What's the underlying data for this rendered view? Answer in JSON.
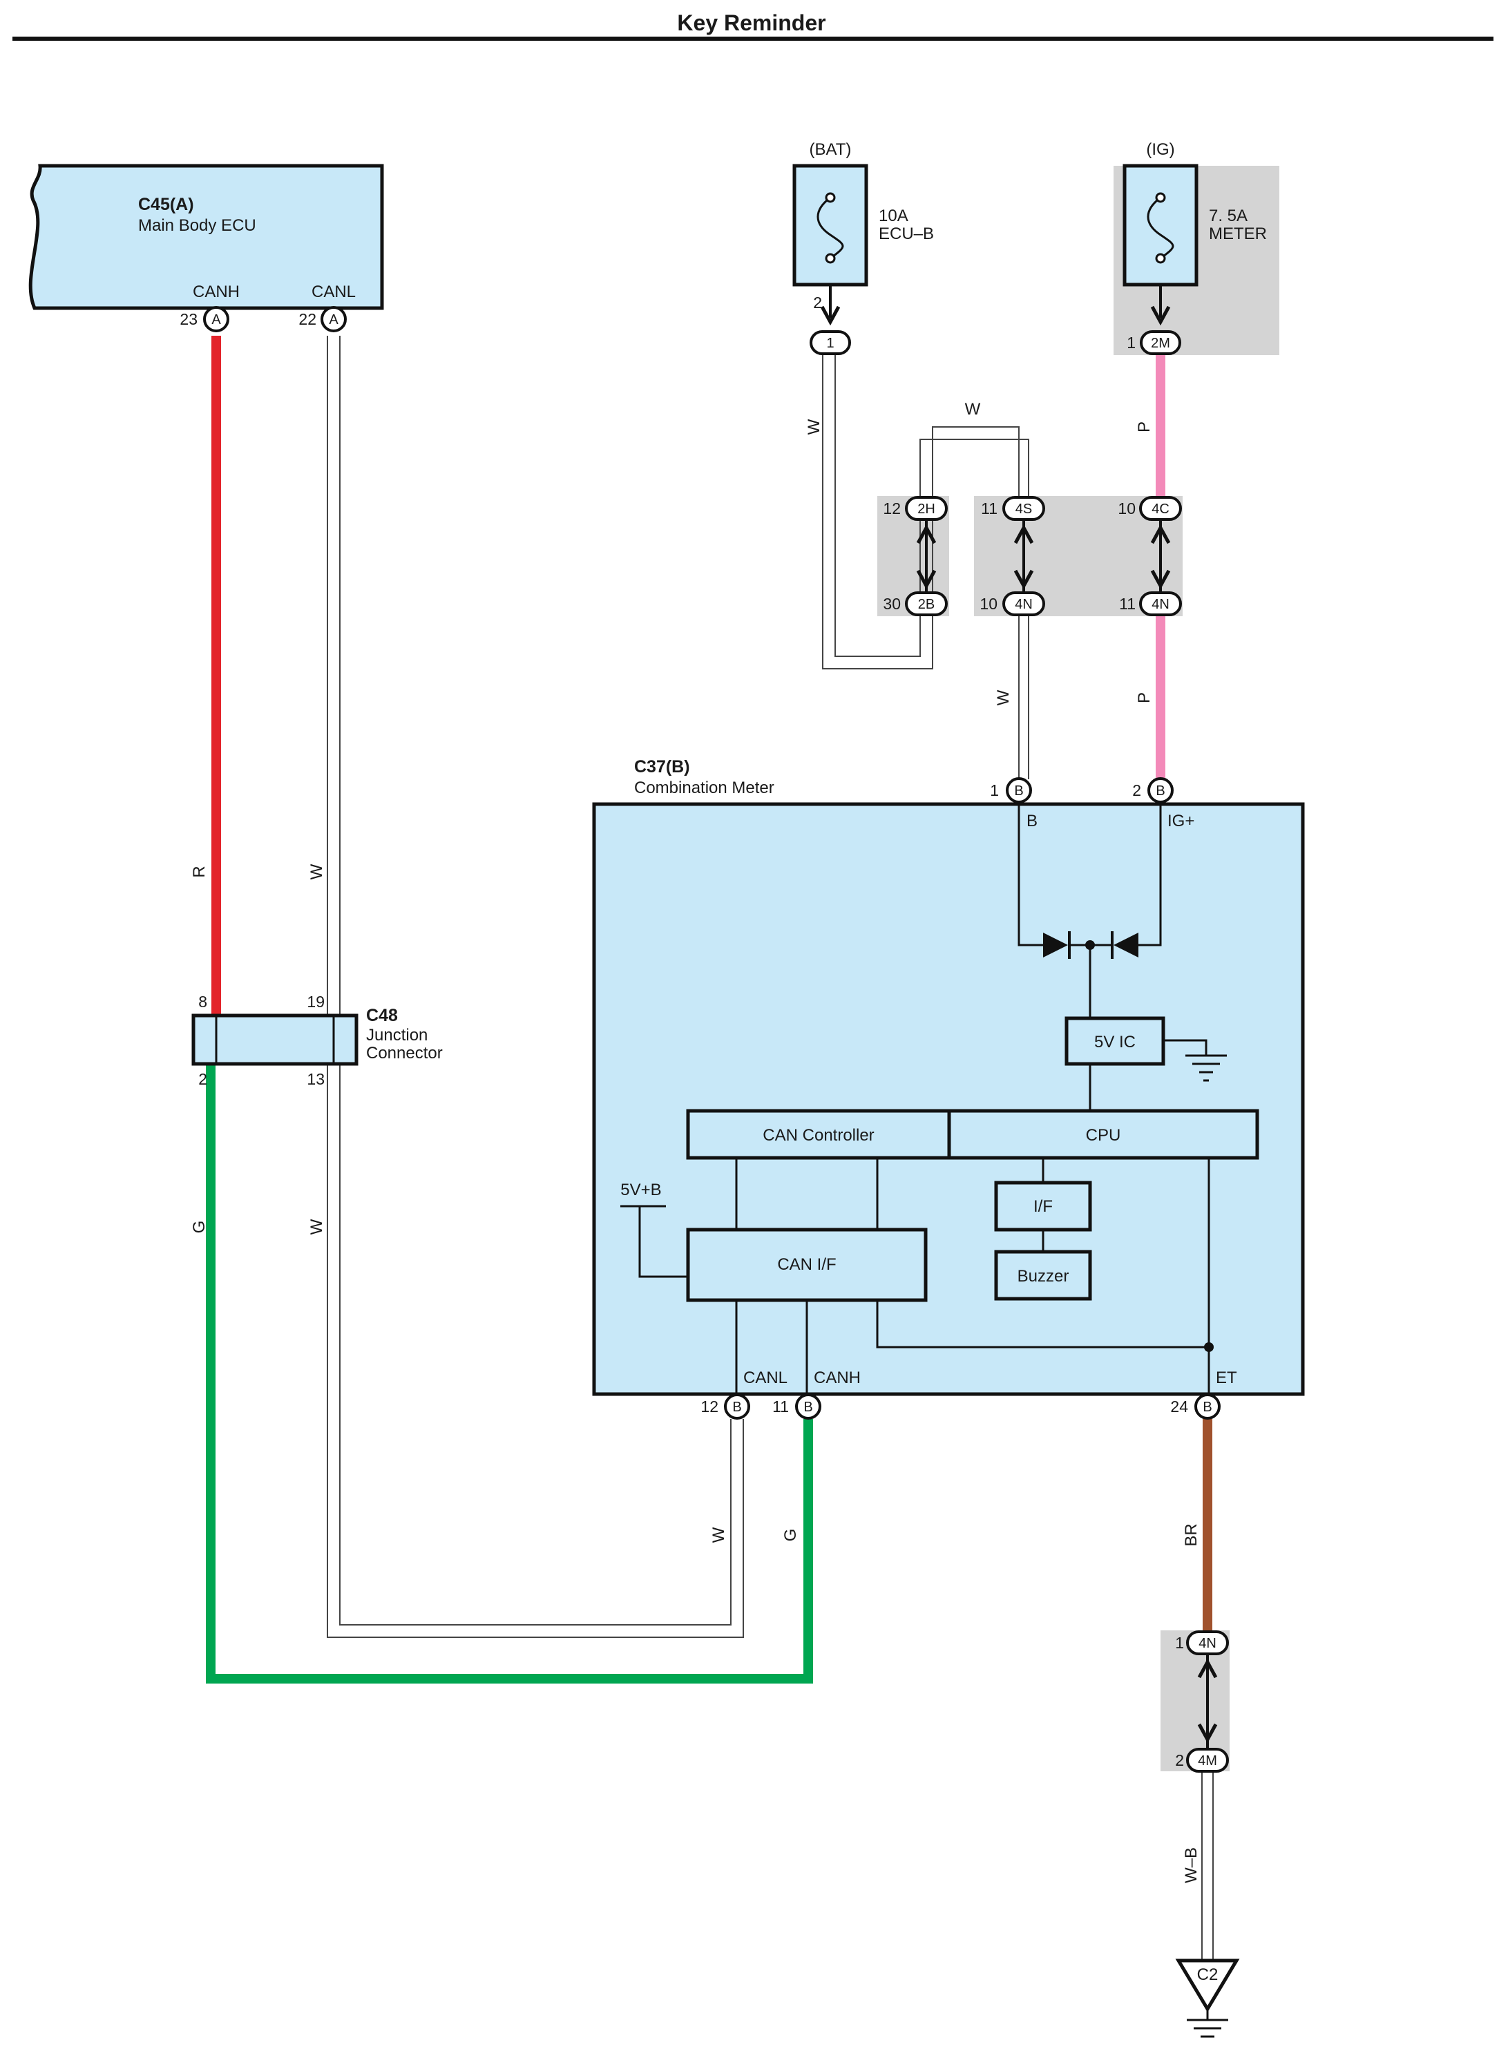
{
  "title": "Key Reminder",
  "ecu": {
    "ref": "C45(A)",
    "name": "Main Body ECU",
    "pin_canh": "CANH",
    "pin_canl": "CANL",
    "canh_no": "23",
    "canl_no": "22",
    "conn": "A"
  },
  "fuse_bat": {
    "source": "(BAT)",
    "rating": "10A",
    "name": "ECU–B",
    "pin": "2",
    "conn": "1"
  },
  "fuse_ig": {
    "source": "(IG)",
    "rating": "7. 5A",
    "name": "METER",
    "pin": "1",
    "conn": "2M"
  },
  "junction_blocks": [
    {
      "top_no": "12",
      "top_conn": "2H",
      "bot_no": "30",
      "bot_conn": "2B"
    },
    {
      "top_no": "11",
      "top_conn": "4S",
      "bot_no": "10",
      "bot_conn": "4N"
    },
    {
      "top_no": "10",
      "top_conn": "4C",
      "bot_no": "11",
      "bot_conn": "4N"
    }
  ],
  "junction_connector": {
    "ref": "C48",
    "name1": "Junction",
    "name2": "Connector",
    "in_left": "8",
    "in_right": "19",
    "out_left": "2",
    "out_right": "13"
  },
  "meter": {
    "ref": "C37(B)",
    "name": "Combination Meter",
    "conn": "B",
    "pin_b_no": "1",
    "pin_b": "B",
    "pin_ig_no": "2",
    "pin_ig": "IG+",
    "ic": "5V IC",
    "can_ctrl": "CAN Controller",
    "cpu": "CPU",
    "iface": "I/F",
    "buzzer": "Buzzer",
    "can_if": "CAN I/F",
    "v5": "5V+B",
    "canl": "CANL",
    "canl_no": "12",
    "canh": "CANH",
    "canh_no": "11",
    "et": "ET",
    "et_no": "24"
  },
  "ground_block": {
    "top_no": "1",
    "top_conn": "4N",
    "bot_no": "2",
    "bot_conn": "4M"
  },
  "ground_point": "C2",
  "wire_colors": {
    "R": "R",
    "W": "W",
    "G": "G",
    "P": "P",
    "BR": "BR",
    "WB": "W–B"
  },
  "colors": {
    "red": "#e3242b",
    "green": "#00a651",
    "pink": "#f38ab9",
    "brown": "#a0522d",
    "component": "#c8e8f8",
    "block": "#d4d4d4"
  }
}
